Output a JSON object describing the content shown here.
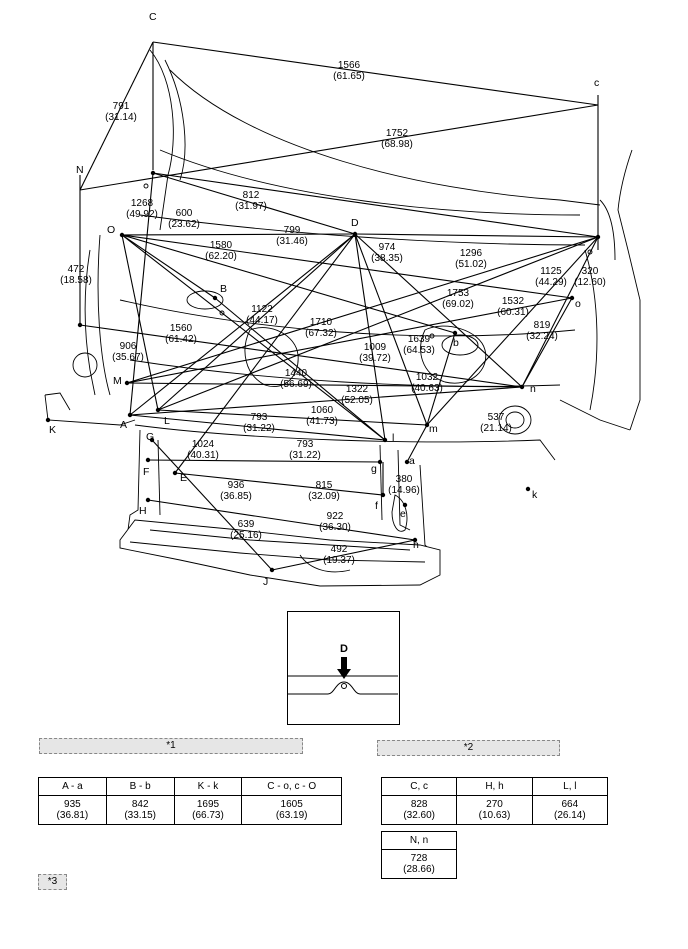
{
  "detail_label": "D",
  "notes": {
    "note1": "*1",
    "note2": "*2",
    "note3": "*3"
  },
  "diagram": {
    "points": [
      {
        "id": "C",
        "text": "C"
      },
      {
        "id": "c",
        "text": "c"
      },
      {
        "id": "N",
        "text": "N"
      },
      {
        "id": "O",
        "text": "O"
      },
      {
        "id": "D",
        "text": "D"
      },
      {
        "id": "B",
        "text": "B"
      },
      {
        "id": "b",
        "text": "b"
      },
      {
        "id": "o",
        "text": "o"
      },
      {
        "id": "M",
        "text": "M"
      },
      {
        "id": "K",
        "text": "K"
      },
      {
        "id": "A",
        "text": "A"
      },
      {
        "id": "L",
        "text": "L"
      },
      {
        "id": "G",
        "text": "G"
      },
      {
        "id": "F",
        "text": "F"
      },
      {
        "id": "E",
        "text": "E"
      },
      {
        "id": "H",
        "text": "H"
      },
      {
        "id": "J",
        "text": "J"
      },
      {
        "id": "l",
        "text": "l"
      },
      {
        "id": "m",
        "text": "m"
      },
      {
        "id": "n",
        "text": "n"
      },
      {
        "id": "a",
        "text": "a"
      },
      {
        "id": "g",
        "text": "g"
      },
      {
        "id": "f",
        "text": "f"
      },
      {
        "id": "e",
        "text": "e"
      },
      {
        "id": "h",
        "text": "h"
      },
      {
        "id": "k",
        "text": "k"
      }
    ],
    "dimensions": [
      {
        "mm": "1566",
        "inch": "(61.65)"
      },
      {
        "mm": "791",
        "inch": "(31.14)"
      },
      {
        "mm": "1752",
        "inch": "(68.98)"
      },
      {
        "mm": "812",
        "inch": "(31.97)"
      },
      {
        "mm": "1268",
        "inch": "(49.92)"
      },
      {
        "mm": "600",
        "inch": "(23.62)"
      },
      {
        "mm": "799",
        "inch": "(31.46)"
      },
      {
        "mm": "1580",
        "inch": "(62.20)"
      },
      {
        "mm": "974",
        "inch": "(38.35)"
      },
      {
        "mm": "1296",
        "inch": "(51.02)"
      },
      {
        "mm": "1125",
        "inch": "(44.29)"
      },
      {
        "mm": "320",
        "inch": "(12.60)"
      },
      {
        "mm": "472",
        "inch": "(18.58)"
      },
      {
        "mm": "1753",
        "inch": "(69.02)"
      },
      {
        "mm": "1532",
        "inch": "(60.31)"
      },
      {
        "mm": "1122",
        "inch": "(44.17)"
      },
      {
        "mm": "1710",
        "inch": "(67.32)"
      },
      {
        "mm": "819",
        "inch": "(32.24)"
      },
      {
        "mm": "1560",
        "inch": "(61.42)"
      },
      {
        "mm": "1639",
        "inch": "(64.53)"
      },
      {
        "mm": "906",
        "inch": "(35.67)"
      },
      {
        "mm": "1009",
        "inch": "(39.72)"
      },
      {
        "mm": "1440",
        "inch": "(56.69)"
      },
      {
        "mm": "1032",
        "inch": "(40.63)"
      },
      {
        "mm": "1322",
        "inch": "(52.05)"
      },
      {
        "mm": "1060",
        "inch": "(41.73)"
      },
      {
        "mm": "793",
        "inch": "(31.22)"
      },
      {
        "mm": "537",
        "inch": "(21.14)"
      },
      {
        "mm": "1024",
        "inch": "(40.31)"
      },
      {
        "mm": "793",
        "inch": "(31.22)"
      },
      {
        "mm": "936",
        "inch": "(36.85)"
      },
      {
        "mm": "815",
        "inch": "(32.09)"
      },
      {
        "mm": "380",
        "inch": "(14.96)"
      },
      {
        "mm": "639",
        "inch": "(25.16)"
      },
      {
        "mm": "922",
        "inch": "(36.30)"
      },
      {
        "mm": "492",
        "inch": "(19.37)"
      }
    ]
  },
  "table1": {
    "headers": [
      "A - a",
      "B - b",
      "K - k",
      "C - o, c - O"
    ],
    "mm": [
      "935",
      "842",
      "1695",
      "1605"
    ],
    "inch": [
      "(36.81)",
      "(33.15)",
      "(66.73)",
      "(63.19)"
    ]
  },
  "table2": {
    "headers": [
      "C, c",
      "H, h",
      "L, l"
    ],
    "mm": [
      "828",
      "270",
      "664"
    ],
    "inch": [
      "(32.60)",
      "(10.63)",
      "(26.14)"
    ]
  },
  "table3": {
    "headers": [
      "N, n"
    ],
    "mm": [
      "728"
    ],
    "inch": [
      "(28.66)"
    ]
  }
}
